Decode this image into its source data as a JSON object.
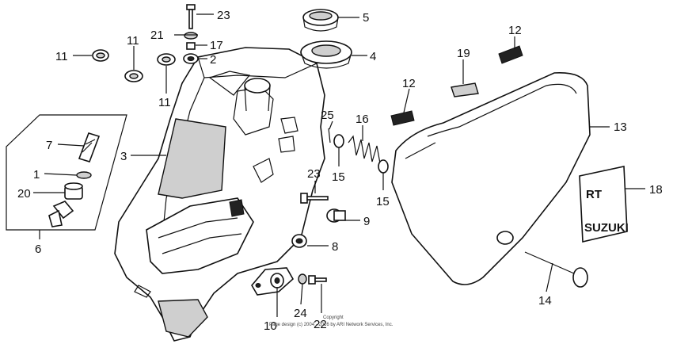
{
  "callouts": [
    "23",
    "21",
    "17",
    "2",
    "5",
    "4",
    "11",
    "11",
    "11",
    "12",
    "19",
    "12",
    "13",
    "7",
    "1",
    "20",
    "6",
    "3",
    "25",
    "16",
    "15",
    "15",
    "23",
    "9",
    "8",
    "10",
    "24",
    "22",
    "18",
    "14"
  ],
  "copyright": {
    "line1": "Copyright",
    "line2": "Page design (c) 2004 - 2016 by ARI Network Services, Inc."
  },
  "decal_text": {
    "top": "RT",
    "bottom": "SUZUKI"
  }
}
